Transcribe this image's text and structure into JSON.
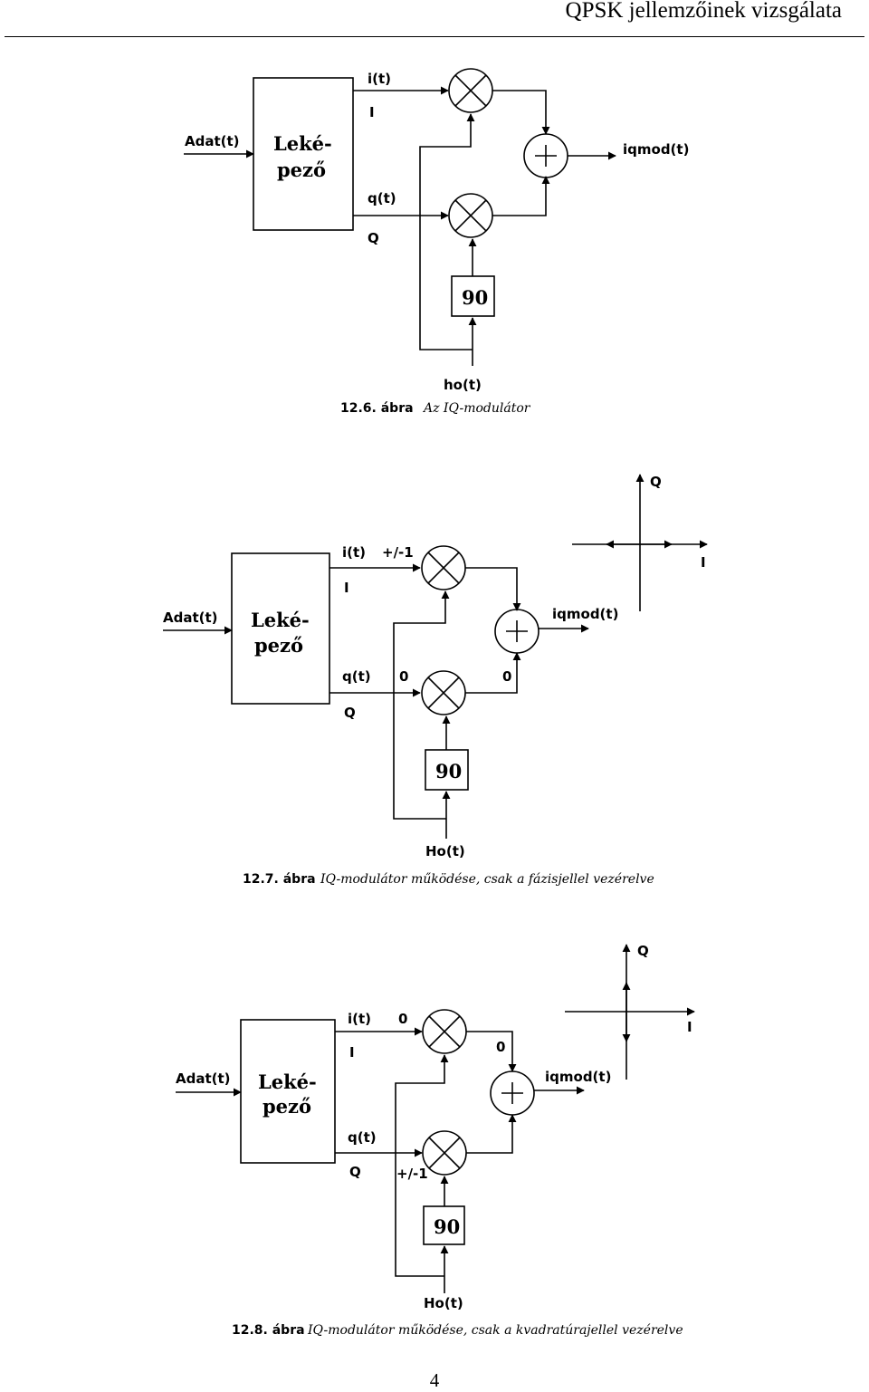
{
  "header": {
    "title": "QPSK jellemzőinek vizsgálata"
  },
  "page_number": "4",
  "figures": [
    {
      "labels": {
        "input": "Adat(t)",
        "block_line1": "Leké-",
        "block_line2": "pező",
        "i_signal": "i(t)",
        "i_port": "I",
        "q_signal": "q(t)",
        "q_port": "Q",
        "shift": "90",
        "output": "iqmod(t)",
        "oscillator": "ho(t)"
      },
      "caption": {
        "number": "12.6. ábra",
        "text": "Az IQ-modulátor"
      }
    },
    {
      "labels": {
        "input": "Adat(t)",
        "block_line1": "Leké-",
        "block_line2": "pező",
        "i_signal": "i(t)",
        "i_value": "+/-1",
        "i_port": "I",
        "q_signal": "q(t)",
        "q_value": "0",
        "q_mixer_out": "0",
        "q_port": "Q",
        "shift": "90",
        "output": "iqmod(t)",
        "oscillator": "Ho(t)",
        "axis_q": "Q",
        "axis_i": "I"
      },
      "caption": {
        "number": "12.7. ábra",
        "text": "IQ-modulátor működése, csak a fázisjellel vezérelve"
      }
    },
    {
      "labels": {
        "input": "Adat(t)",
        "block_line1": "Leké-",
        "block_line2": "pező",
        "i_signal": "i(t)",
        "i_value": "0",
        "i_mixer_out": "0",
        "i_port": "I",
        "q_signal": "q(t)",
        "q_value": "+/-1",
        "q_port": "Q",
        "shift": "90",
        "output": "iqmod(t)",
        "oscillator": "Ho(t)",
        "axis_q": "Q",
        "axis_i": "I"
      },
      "caption": {
        "number": "12.8. ábra",
        "text": "IQ-modulátor működése, csak a kvadratúrajellel vezérelve"
      }
    }
  ]
}
